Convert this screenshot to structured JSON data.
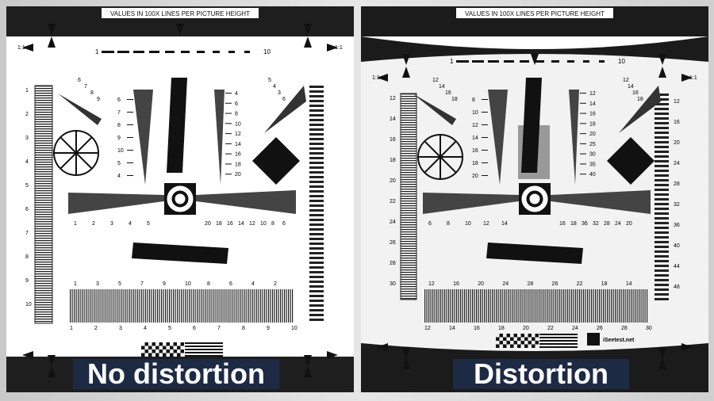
{
  "left_panel": {
    "header": "VALUES IN 100X LINES PER PICTURE HEIGHT",
    "caption": "No distortion",
    "corner_label": "1:1",
    "top_scale": {
      "start": "1",
      "end": "10"
    },
    "left_scale": [
      "1",
      "2",
      "3",
      "4",
      "5",
      "6",
      "7",
      "8",
      "9",
      "10"
    ],
    "bottom_scale": [
      "1",
      "2",
      "3",
      "4",
      "5",
      "6",
      "7",
      "8",
      "9",
      "10"
    ],
    "top_bar_labels": [
      "1",
      "3",
      "5",
      "7",
      "9",
      "10",
      "8",
      "6",
      "4",
      "2"
    ],
    "wedge_left": [
      "6",
      "7",
      "8",
      "9"
    ],
    "wedge_right": [
      "5",
      "4",
      "3",
      "6"
    ],
    "vertical_scale_left": [
      "6",
      "7",
      "8",
      "9",
      "10",
      "5",
      "4"
    ],
    "vertical_scale_right": [
      "4",
      "6",
      "8",
      "10",
      "12",
      "14",
      "16",
      "18",
      "20"
    ],
    "horizontal_scale": [
      "1",
      "2",
      "3",
      "4",
      "5",
      "20",
      "18",
      "16",
      "14",
      "12",
      "10",
      "8",
      "6"
    ]
  },
  "right_panel": {
    "header": "VALUES IN 100X LINES PER PICTURE HEIGHT",
    "caption": "Distortion",
    "corner_label": "1:1",
    "top_scale": {
      "start": "1",
      "end": "10"
    },
    "left_scale": [
      "12",
      "14",
      "16",
      "18",
      "20",
      "22",
      "24",
      "26",
      "28",
      "30"
    ],
    "right_scale": [
      "12",
      "16",
      "20",
      "24",
      "28",
      "32",
      "36",
      "40",
      "44",
      "48"
    ],
    "bottom_scale": [
      "12",
      "14",
      "16",
      "18",
      "20",
      "22",
      "24",
      "26",
      "28",
      "30"
    ],
    "top_bar_labels": [
      "12",
      "16",
      "20",
      "24",
      "28",
      "26",
      "22",
      "18",
      "14"
    ],
    "horizontal_scale": [
      "6",
      "8",
      "10",
      "12",
      "14",
      "16",
      "18",
      "36",
      "32",
      "28",
      "24",
      "20"
    ],
    "vertical_scale_left": [
      "8",
      "10",
      "12",
      "14",
      "16",
      "18",
      "20"
    ],
    "vertical_scale_right": [
      "12",
      "14",
      "16",
      "18",
      "20",
      "25",
      "30",
      "35",
      "40"
    ],
    "wedge_left": [
      "12",
      "14",
      "16",
      "18"
    ],
    "wedge_right": [
      "12",
      "14",
      "16",
      "18"
    ],
    "logo_text": "iSeetest.net"
  },
  "colors": {
    "band": "#1b1b1b",
    "chart": "#ffffff",
    "caption_bg": "#1d2a44",
    "background": "#d8d8d8"
  }
}
